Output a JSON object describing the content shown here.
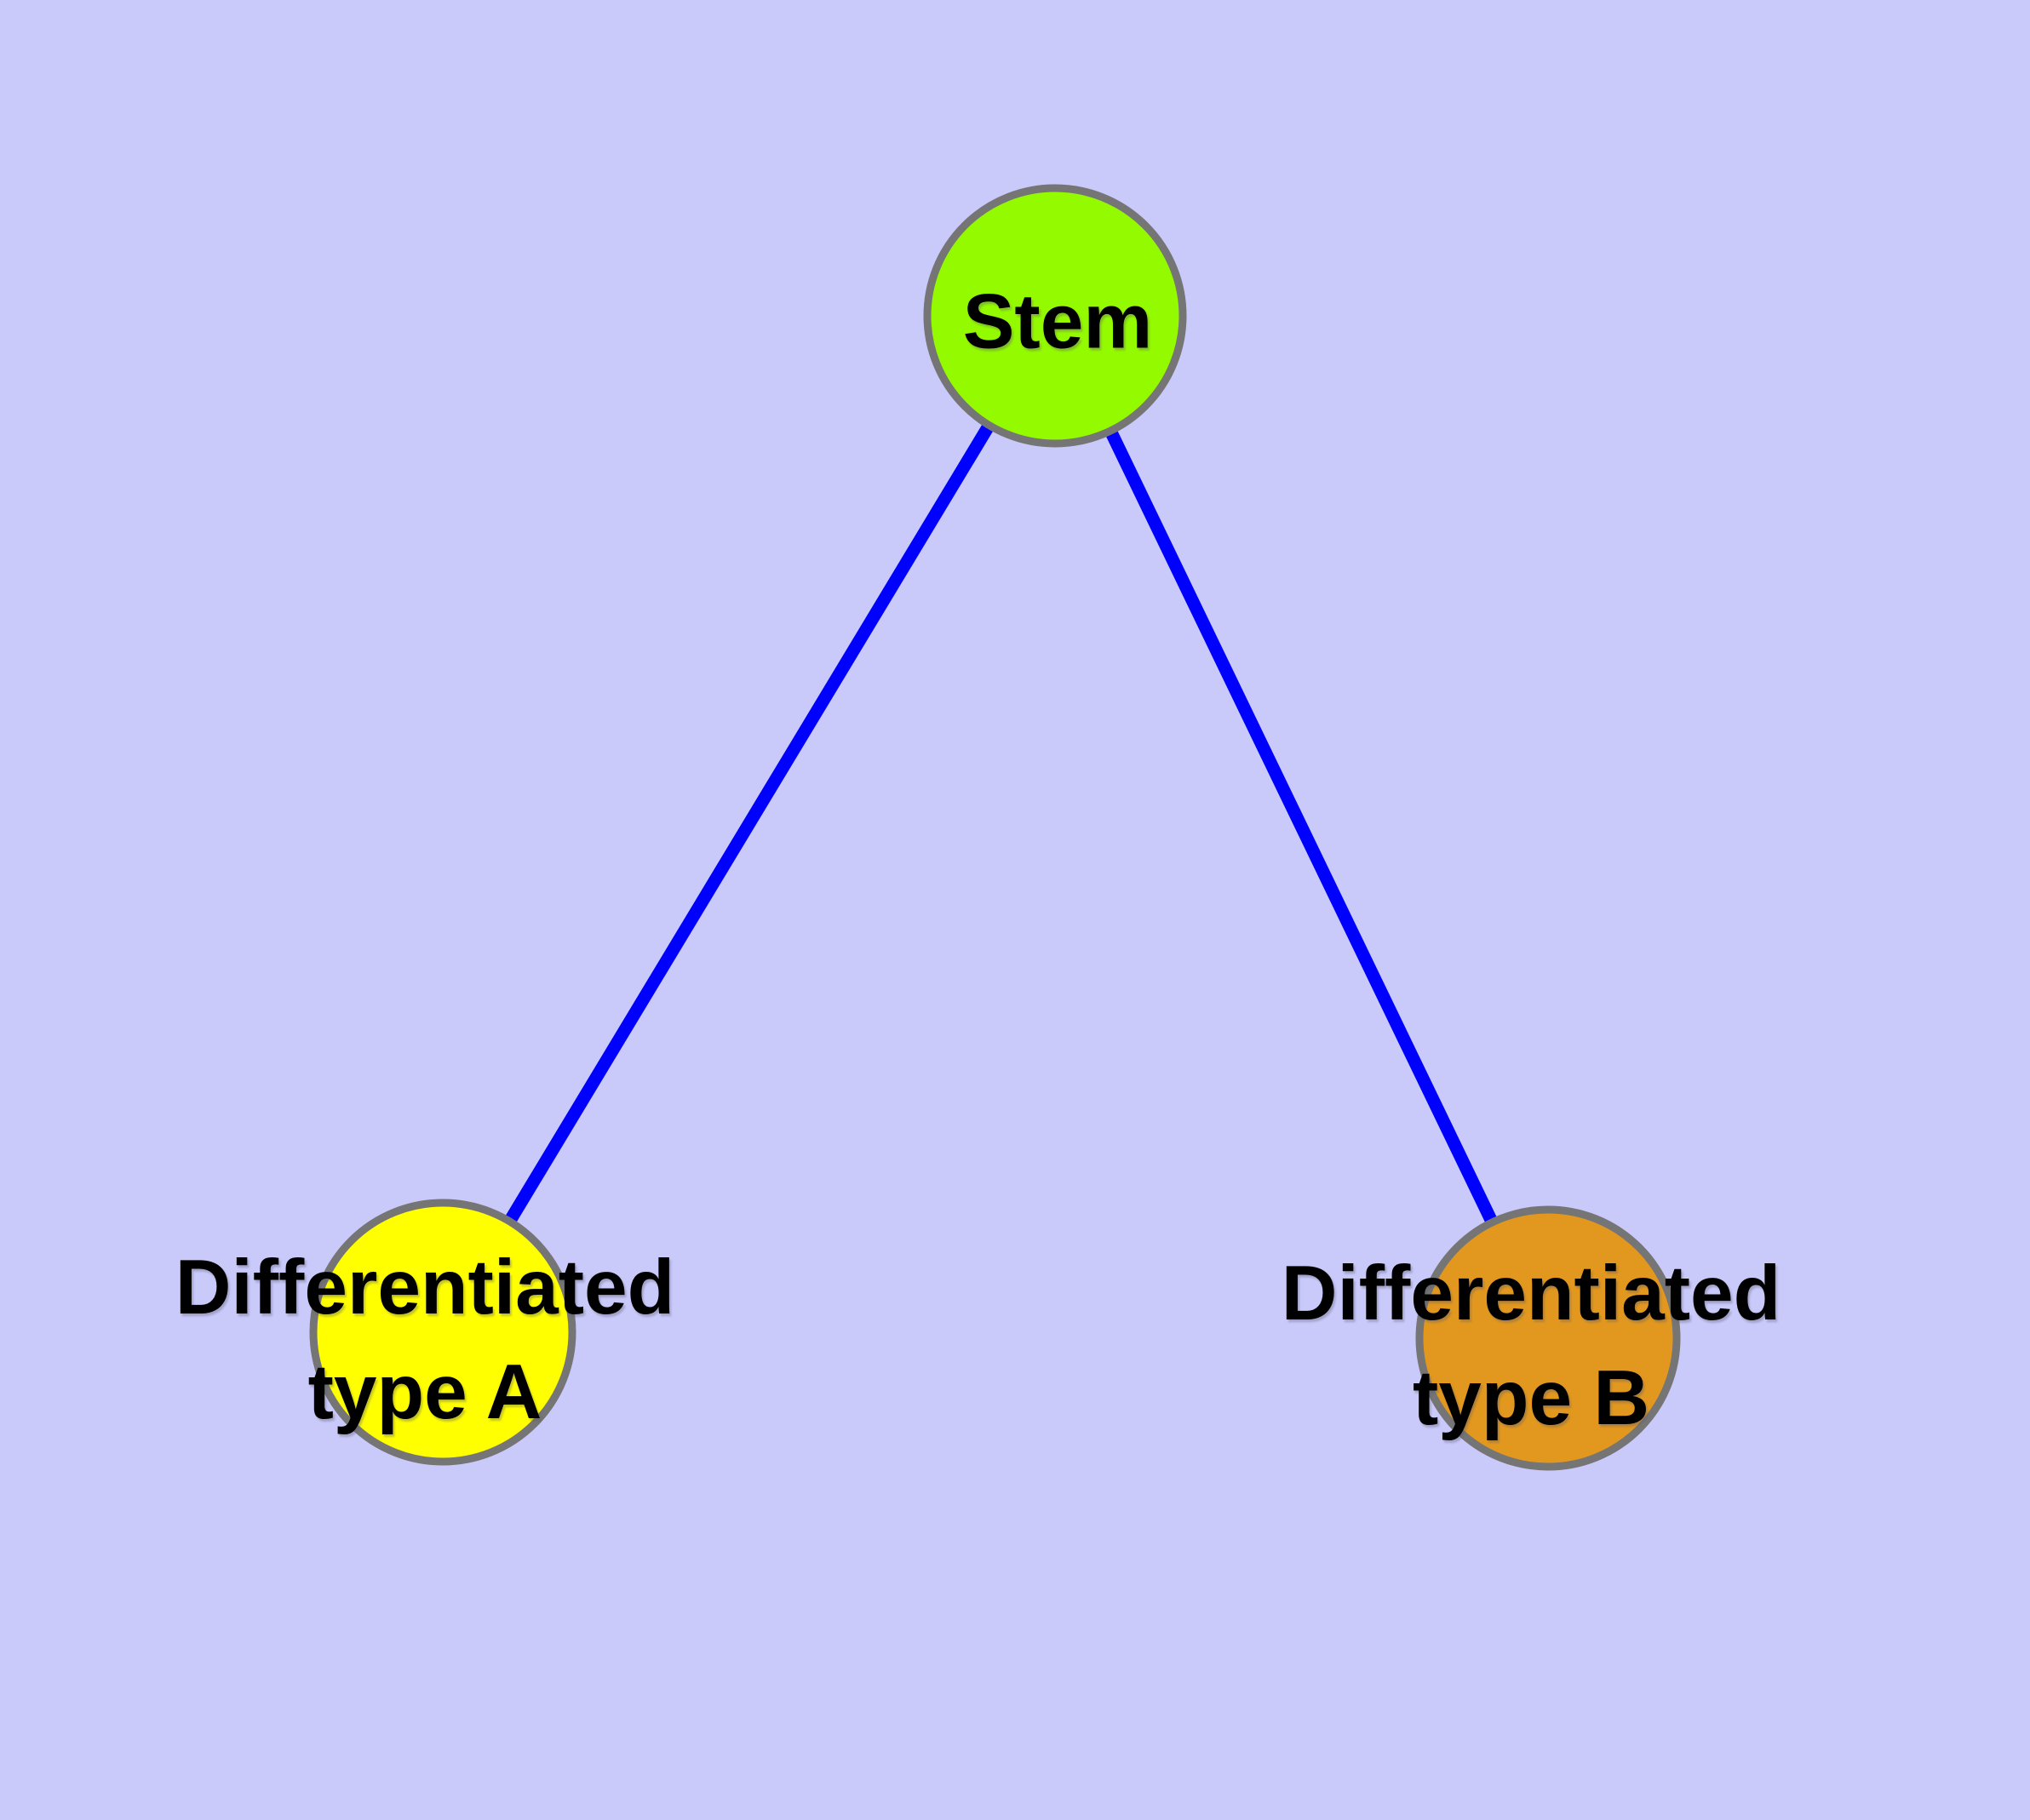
{
  "diagram": {
    "background_color": "#C9C9FA",
    "text_color": "#000000",
    "node_border_color": "#757575",
    "edge_color": "#0000FF",
    "nodes": [
      {
        "id": "stem",
        "label": "Stem",
        "fill": "#94FA00"
      },
      {
        "id": "differentiated-type-a",
        "label": "Differentiated\ntype A",
        "fill": "#FFFF00"
      },
      {
        "id": "differentiated-type-b",
        "label": "Differentiated\ntype B",
        "fill": "#E2981E"
      }
    ],
    "edges": [
      {
        "from": "stem",
        "to": "differentiated-type-a",
        "color": "#0000FF"
      },
      {
        "from": "stem",
        "to": "differentiated-type-b",
        "color": "#0000FF"
      }
    ]
  }
}
